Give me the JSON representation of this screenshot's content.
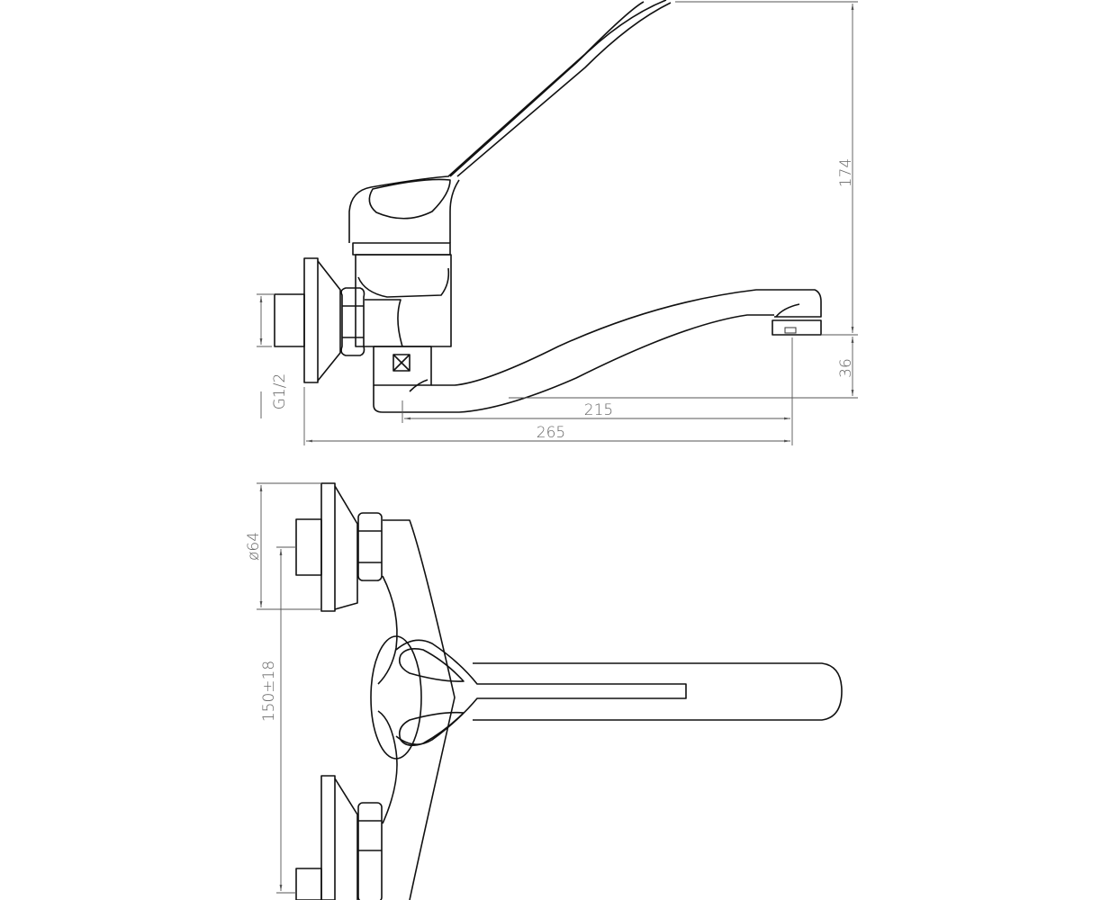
{
  "drawing": {
    "views": [
      "side-view",
      "top-view"
    ],
    "dimensions": {
      "height_total": "174",
      "outlet_height": "36",
      "spout_reach": "215",
      "total_length": "265",
      "thread": "G1/2",
      "flange_diameter": "ø64",
      "center_distance": "150±18"
    },
    "colors": {
      "line": "#111111",
      "dimension": "#555555",
      "background": "#ffffff"
    }
  }
}
